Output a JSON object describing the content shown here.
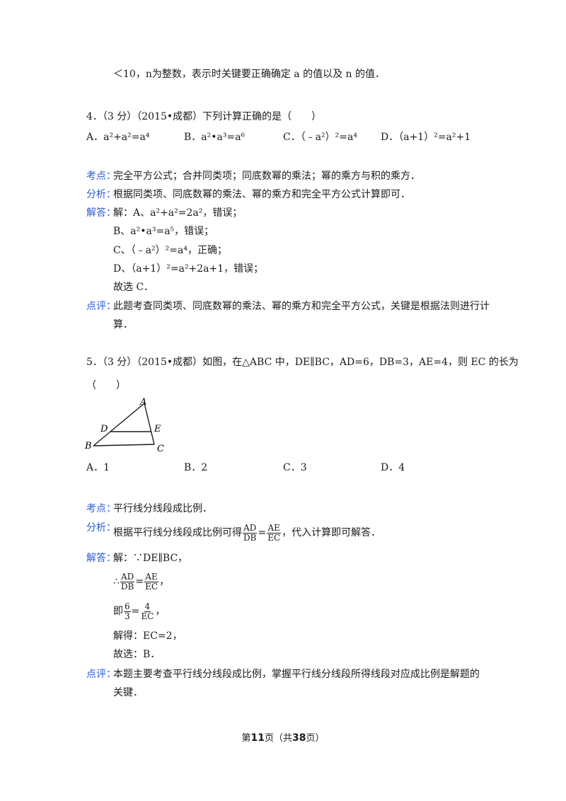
{
  "page": {
    "line_top": "＜10，n为整数，表示时关键要正确确定 a 的值以及 n 的值．",
    "q4": {
      "stem": "4．（3 分）（2015•成都）下列计算正确的是（　　）",
      "opt_a": "A．a²+a²=a⁴",
      "opt_b": "B．a²•a³=a⁶",
      "opt_c": "C．（﹣a²）²=a⁴",
      "opt_d": "D．（a+1）²=a²+1",
      "kaodian_label": "考点：",
      "kaodian": "完全平方公式；合并同类项；同底数幂的乘法；幂的乘方与积的乘方．",
      "fenxi_label": "分析：",
      "fenxi": "根据同类项、同底数幂的乘法、幂的乘方和完全平方公式计算即可．",
      "jieda_label": "解答：",
      "jieda_1": "解：A、a²+a²=2a²，错误；",
      "jieda_2": "B、a²•a³=a⁵，错误；",
      "jieda_3": "C、（﹣a²）²=a⁴，正确；",
      "jieda_4": "D、（a+1）²=a²+2a+1，错误；",
      "jieda_5": "故选 C．",
      "dianping_label": "点评：",
      "dianping_1": "此题考查同类项、同底数幂的乘法、幂的乘方和完全平方公式，关键是根据法则进行计",
      "dianping_2": "算．"
    },
    "q5": {
      "stem_1": "5．（3 分）（2015•成都）如图，在△ABC 中，DE∥BC，AD=6，DB=3，AE=4，则 EC 的长为",
      "stem_2": "（　　）",
      "figure_labels": {
        "A": "A",
        "B": "B",
        "C": "C",
        "D": "D",
        "E": "E"
      },
      "opt_a": "A．1",
      "opt_b": "B．2",
      "opt_c": "C．3",
      "opt_d": "D．4",
      "kaodian_label": "考点：",
      "kaodian": "平行线分线段成比例．",
      "fenxi_label": "分析：",
      "fenxi_pre": "根据平行线分线段成比例可得",
      "fenxi_post": "，代入计算即可解答．",
      "frac_ad": "AD",
      "frac_db": "DB",
      "frac_ae": "AE",
      "frac_ec": "EC",
      "frac_6": "6",
      "frac_3": "3",
      "frac_4": "4",
      "eq": "=",
      "jieda_label": "解答：",
      "jieda_1": "解：∵DE∥BC，",
      "therefore": "∴",
      "comma": "，",
      "ji": "即",
      "jieda_4": "解得：EC=2，",
      "jieda_5": "故选：B．",
      "dianping_label": "点评：",
      "dianping_1": "本题主要考查平行线分线段成比例，掌握平行线分线段所得线段对应成比例是解题的",
      "dianping_2": "关键．"
    },
    "footer": {
      "pre": "第",
      "page_num": "11",
      "mid": "页（共",
      "total": "38",
      "post": "页）"
    }
  }
}
